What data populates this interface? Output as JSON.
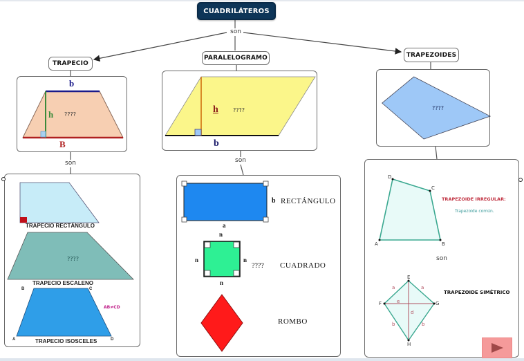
{
  "map": {
    "root": {
      "label": "CUADRILÁTEROS"
    },
    "linking_phrase": "son",
    "branches": [
      {
        "label": "TRAPECIO",
        "figure": {
          "top_base": "b",
          "height": "h",
          "bottom_base": "B",
          "placeholder": "????",
          "fill": "#f7cfb2"
        },
        "link": "son",
        "subtypes": [
          {
            "label": "TRAPECIO RECTÁNGULO",
            "fill": "#c7ecf8"
          },
          {
            "label": "TRAPECIO ESCALENO",
            "placeholder": "????",
            "fill": "#7fbdb8"
          },
          {
            "label": "TRAPECIO ISOSCELES",
            "vertices": [
              "A",
              "B",
              "C",
              "D"
            ],
            "note": "AB≠CD",
            "fill": "#2f9ee8"
          }
        ]
      },
      {
        "label": "PARALELOGRAMO",
        "figure": {
          "height": "h",
          "base": "b",
          "placeholder": "????",
          "fill": "#fbf68a"
        },
        "link": "son",
        "subtypes": [
          {
            "label": "RECTÁNGULO",
            "side_a": "a",
            "side_b": "b",
            "fill": "#1e88f0"
          },
          {
            "label": "CUADRADO",
            "side": "n",
            "placeholder": "????",
            "fill": "#2ef094"
          },
          {
            "label": "ROMBO",
            "fill": "#ff1a1a"
          }
        ]
      },
      {
        "label": "TRAPEZOIDES",
        "figure": {
          "placeholder": "????",
          "fill": "#9ec8f7"
        },
        "link": "son",
        "subtypes": [
          {
            "label": "TRAPEZOIDE IRREGULAR:",
            "sublabel": "Trapezoide común.",
            "vertices": [
              "A",
              "B",
              "C",
              "D"
            ]
          },
          {
            "label": "TRAPEZOIDE SIMÉTRICO",
            "vertices": [
              "E",
              "F",
              "G",
              "H"
            ],
            "sides": [
              "a",
              "a",
              "b",
              "b"
            ],
            "diagonals": [
              "e",
              "d"
            ]
          }
        ]
      }
    ]
  },
  "navigation": {
    "next_button": "next-slide"
  },
  "colors": {
    "root_bg": "#0d3558",
    "node_border": "#707070",
    "next_button_bg": "#f59a9a",
    "next_arrow": "#a04848"
  }
}
